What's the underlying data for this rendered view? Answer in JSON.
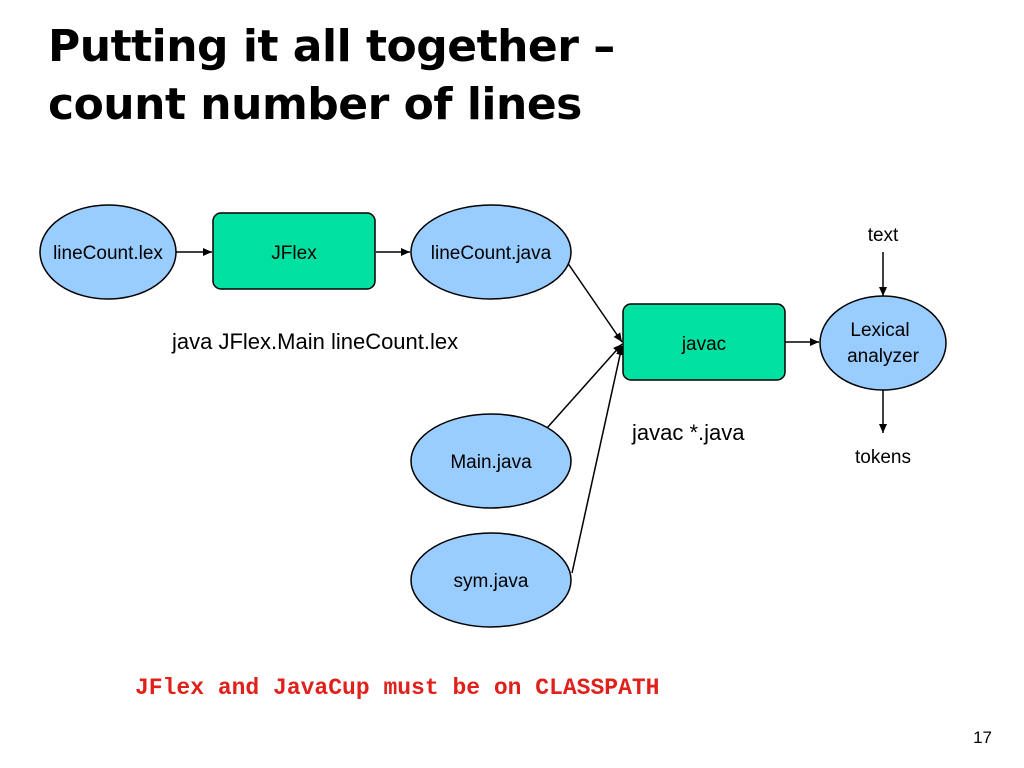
{
  "slide": {
    "title_line1": "Putting it all together –",
    "title_line2": "count number of lines",
    "page_number": "17"
  },
  "nodes": {
    "linecount_lex": "lineCount.lex",
    "jflex": "JFlex",
    "linecount_java": "lineCount.java",
    "javac": "javac",
    "lexical_line1": "Lexical",
    "lexical_line2": "analyzer",
    "main_java": "Main.java",
    "sym_java": "sym.java",
    "text": "text",
    "tokens": "tokens"
  },
  "commands": {
    "jflex_cmd": "java JFlex.Main lineCount.lex",
    "javac_cmd": "javac *.java"
  },
  "footer": {
    "note": "JFlex and JavaCup must be on CLASSPATH"
  },
  "colors": {
    "file_fill": "#99ccff",
    "tool_fill": "#00e0a0",
    "note_red": "#e0201b"
  }
}
